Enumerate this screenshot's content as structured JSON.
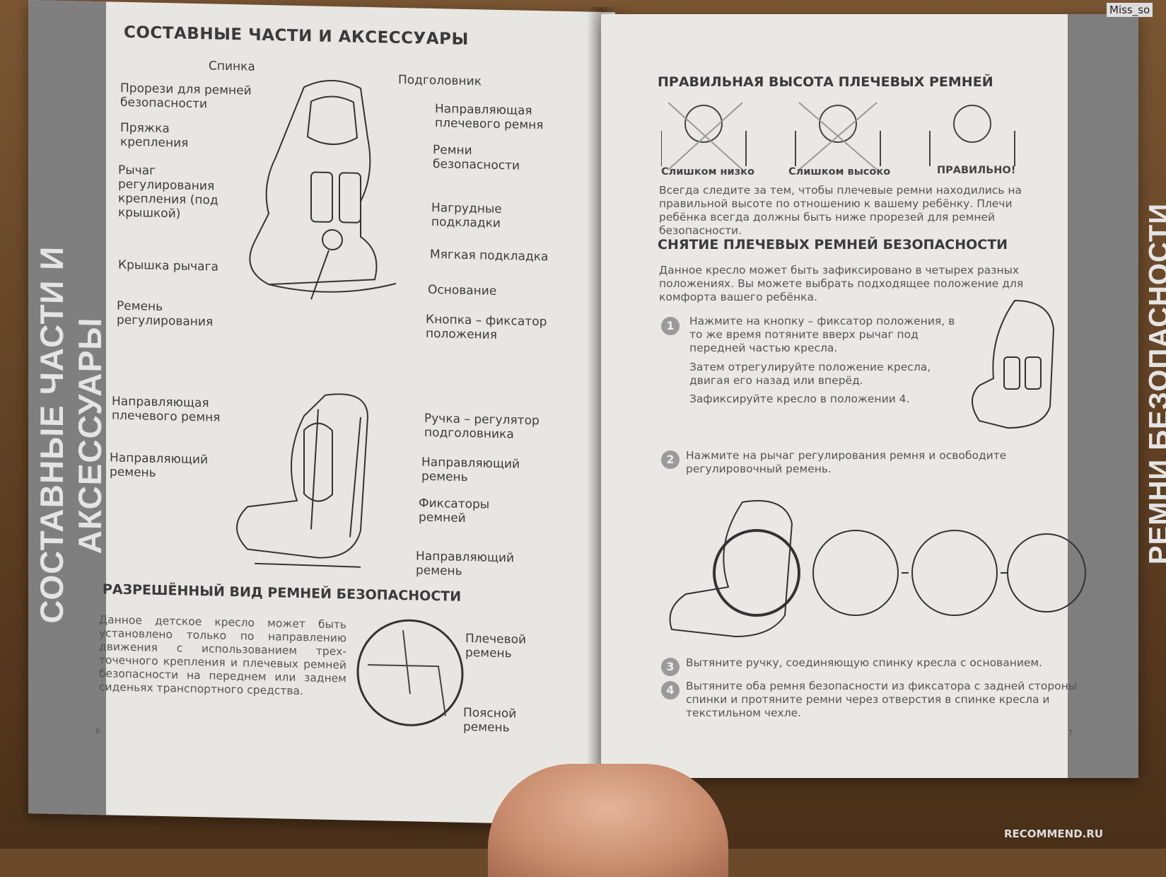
{
  "left_page": {
    "side_title": "СОСТАВНЫЕ ЧАСТИ И АКСЕССУАРЫ",
    "heading": "СОСТАВНЫЕ ЧАСТИ И АКСЕССУАРЫ",
    "labels_top_left": [
      "Спинка",
      "Прорези для ремней безопасности",
      "Пряжка крепления",
      "Рычаг регулирования крепления (под крышкой)",
      "Крышка рычага",
      "Ремень регулирования"
    ],
    "labels_top_right": [
      "Подголовник",
      "Направляющая плечевого ремня",
      "Ремни безопасности",
      "Нагрудные подкладки",
      "Мягкая подкладка",
      "Основание",
      "Кнопка – фиксатор положения"
    ],
    "labels_side_left": [
      "Направляющая плечевого ремня",
      "Направляющий ремень"
    ],
    "labels_side_right": [
      "Ручка – регулятор подголовника",
      "Направляющий ремень",
      "Фиксаторы ремней",
      "Направляющий ремень"
    ],
    "section2_heading": "РАЗРЕШЁННЫЙ ВИД РЕМНЕЙ БЕЗОПАСНОСТИ",
    "section2_body": "Данное детское кресло может быть установлено только по направлению движения с использованием трех-точечного крепления и плечевых ремней безопасности на переднем или заднем сиденьях транспортного средства.",
    "belt_labels": [
      "Плечевой ремень",
      "Поясной ремень"
    ],
    "page_number": "6"
  },
  "right_page": {
    "side_title": "РЕМНИ БЕЗОПАСНОСТИ",
    "heading1": "ПРАВИЛЬНАЯ ВЫСОТА ПЛЕЧЕВЫХ РЕМНЕЙ",
    "captions": [
      "Слишком низко",
      "Слишком высоко",
      "ПРАВИЛЬНО!"
    ],
    "para1": "Всегда следите за тем, чтобы плечевые ремни находились на правильной высоте по отношению к вашему ребёнку. Плечи ребёнка всегда должны быть ниже прорезей для ремней безопасности.",
    "heading2": "СНЯТИЕ ПЛЕЧЕВЫХ РЕМНЕЙ БЕЗОПАСНОСТИ",
    "para2": "Данное кресло может быть зафиксировано в четырех разных положениях. Вы можете выбрать подходящее положение для комфорта вашего ребёнка.",
    "step1_bullets": [
      "Нажмите на кнопку – фиксатор положения, в то же время потяните вверх рычаг под передней частью кресла.",
      "Затем отрегулируйте положение кресла, двигая его назад или вперёд.",
      "Зафиксируйте кресло в положении 4."
    ],
    "step2": "Нажмите на рычаг регулирования ремня и освободите регулировочный ремень.",
    "step3": "Вытяните ручку, соединяющую спинку кресла с основанием.",
    "step4": "Вытяните оба ремня безопасности из фиксатора с задней стороны спинки и протяните ремни через отверстия в спинке кресла и текстильном чехле.",
    "step_numbers": [
      "1",
      "2",
      "3",
      "4"
    ],
    "page_number": "7"
  },
  "watermark": "RECOMMEND.RU",
  "username": "Miss_so",
  "colors": {
    "band": "#7f7f80",
    "paper": "#e8e7e4",
    "ink": "#3a3a3a"
  }
}
